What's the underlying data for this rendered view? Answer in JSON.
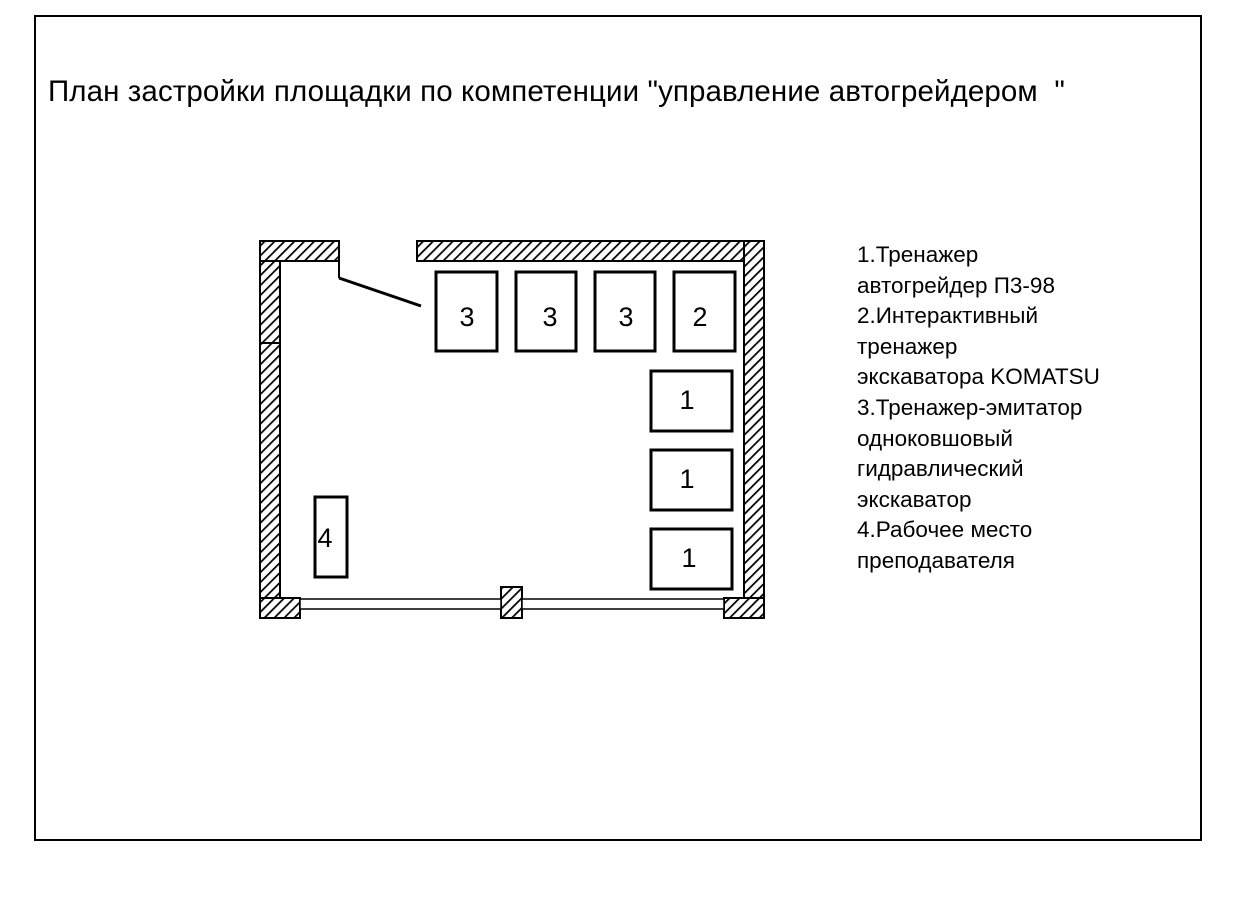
{
  "title": "План застройки площадки по компетенции \"управление автогрейдером  \"",
  "legend": [
    "1.Тренажер",
    "автогрейдер П3-98",
    "2.Интерактивный",
    "тренажер",
    "экскаватора KOMATSU",
    "3.Тренажер-эмитатор",
    "одноковшовый",
    "гидравлический",
    "экскаватор",
    "4.Рабочее место",
    "преподавателя"
  ],
  "equipment": [
    {
      "label": "3"
    },
    {
      "label": "3"
    },
    {
      "label": "3"
    },
    {
      "label": "2"
    },
    {
      "label": "1"
    },
    {
      "label": "1"
    },
    {
      "label": "1"
    },
    {
      "label": "4"
    }
  ]
}
